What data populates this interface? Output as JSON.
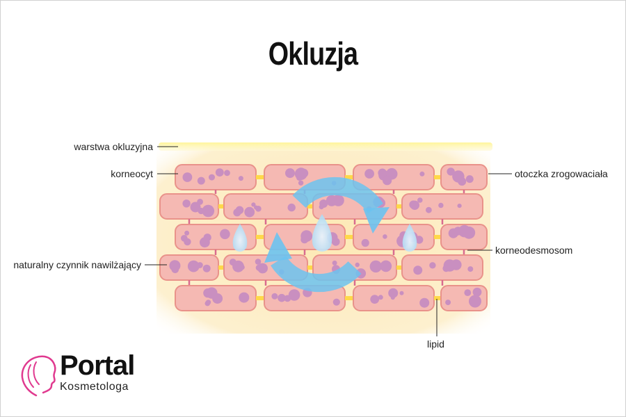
{
  "title": "Okluzja",
  "labels": {
    "occlusive_layer": "warstwa okluzyjna",
    "corneocyte": "korneocyt",
    "nmf": "naturalny czynnik nawilżający",
    "cornified_envelope": "otoczka zrogowaciała",
    "corneodesmosome": "korneodesmosom",
    "lipid": "lipid"
  },
  "logo": {
    "brand": "Portal",
    "subtitle": "Kosmetologa",
    "icon": "woman-profile-icon"
  },
  "colors": {
    "cell_fill": "#f5b9b3",
    "cell_stroke": "#e9928a",
    "nucleus": "#c98fc0",
    "lipid_yellow": "#ffd84a",
    "occlusive_layer": "#fff3a6",
    "arrow": "#6cc3ef",
    "logo_accent": "#e0398f"
  }
}
